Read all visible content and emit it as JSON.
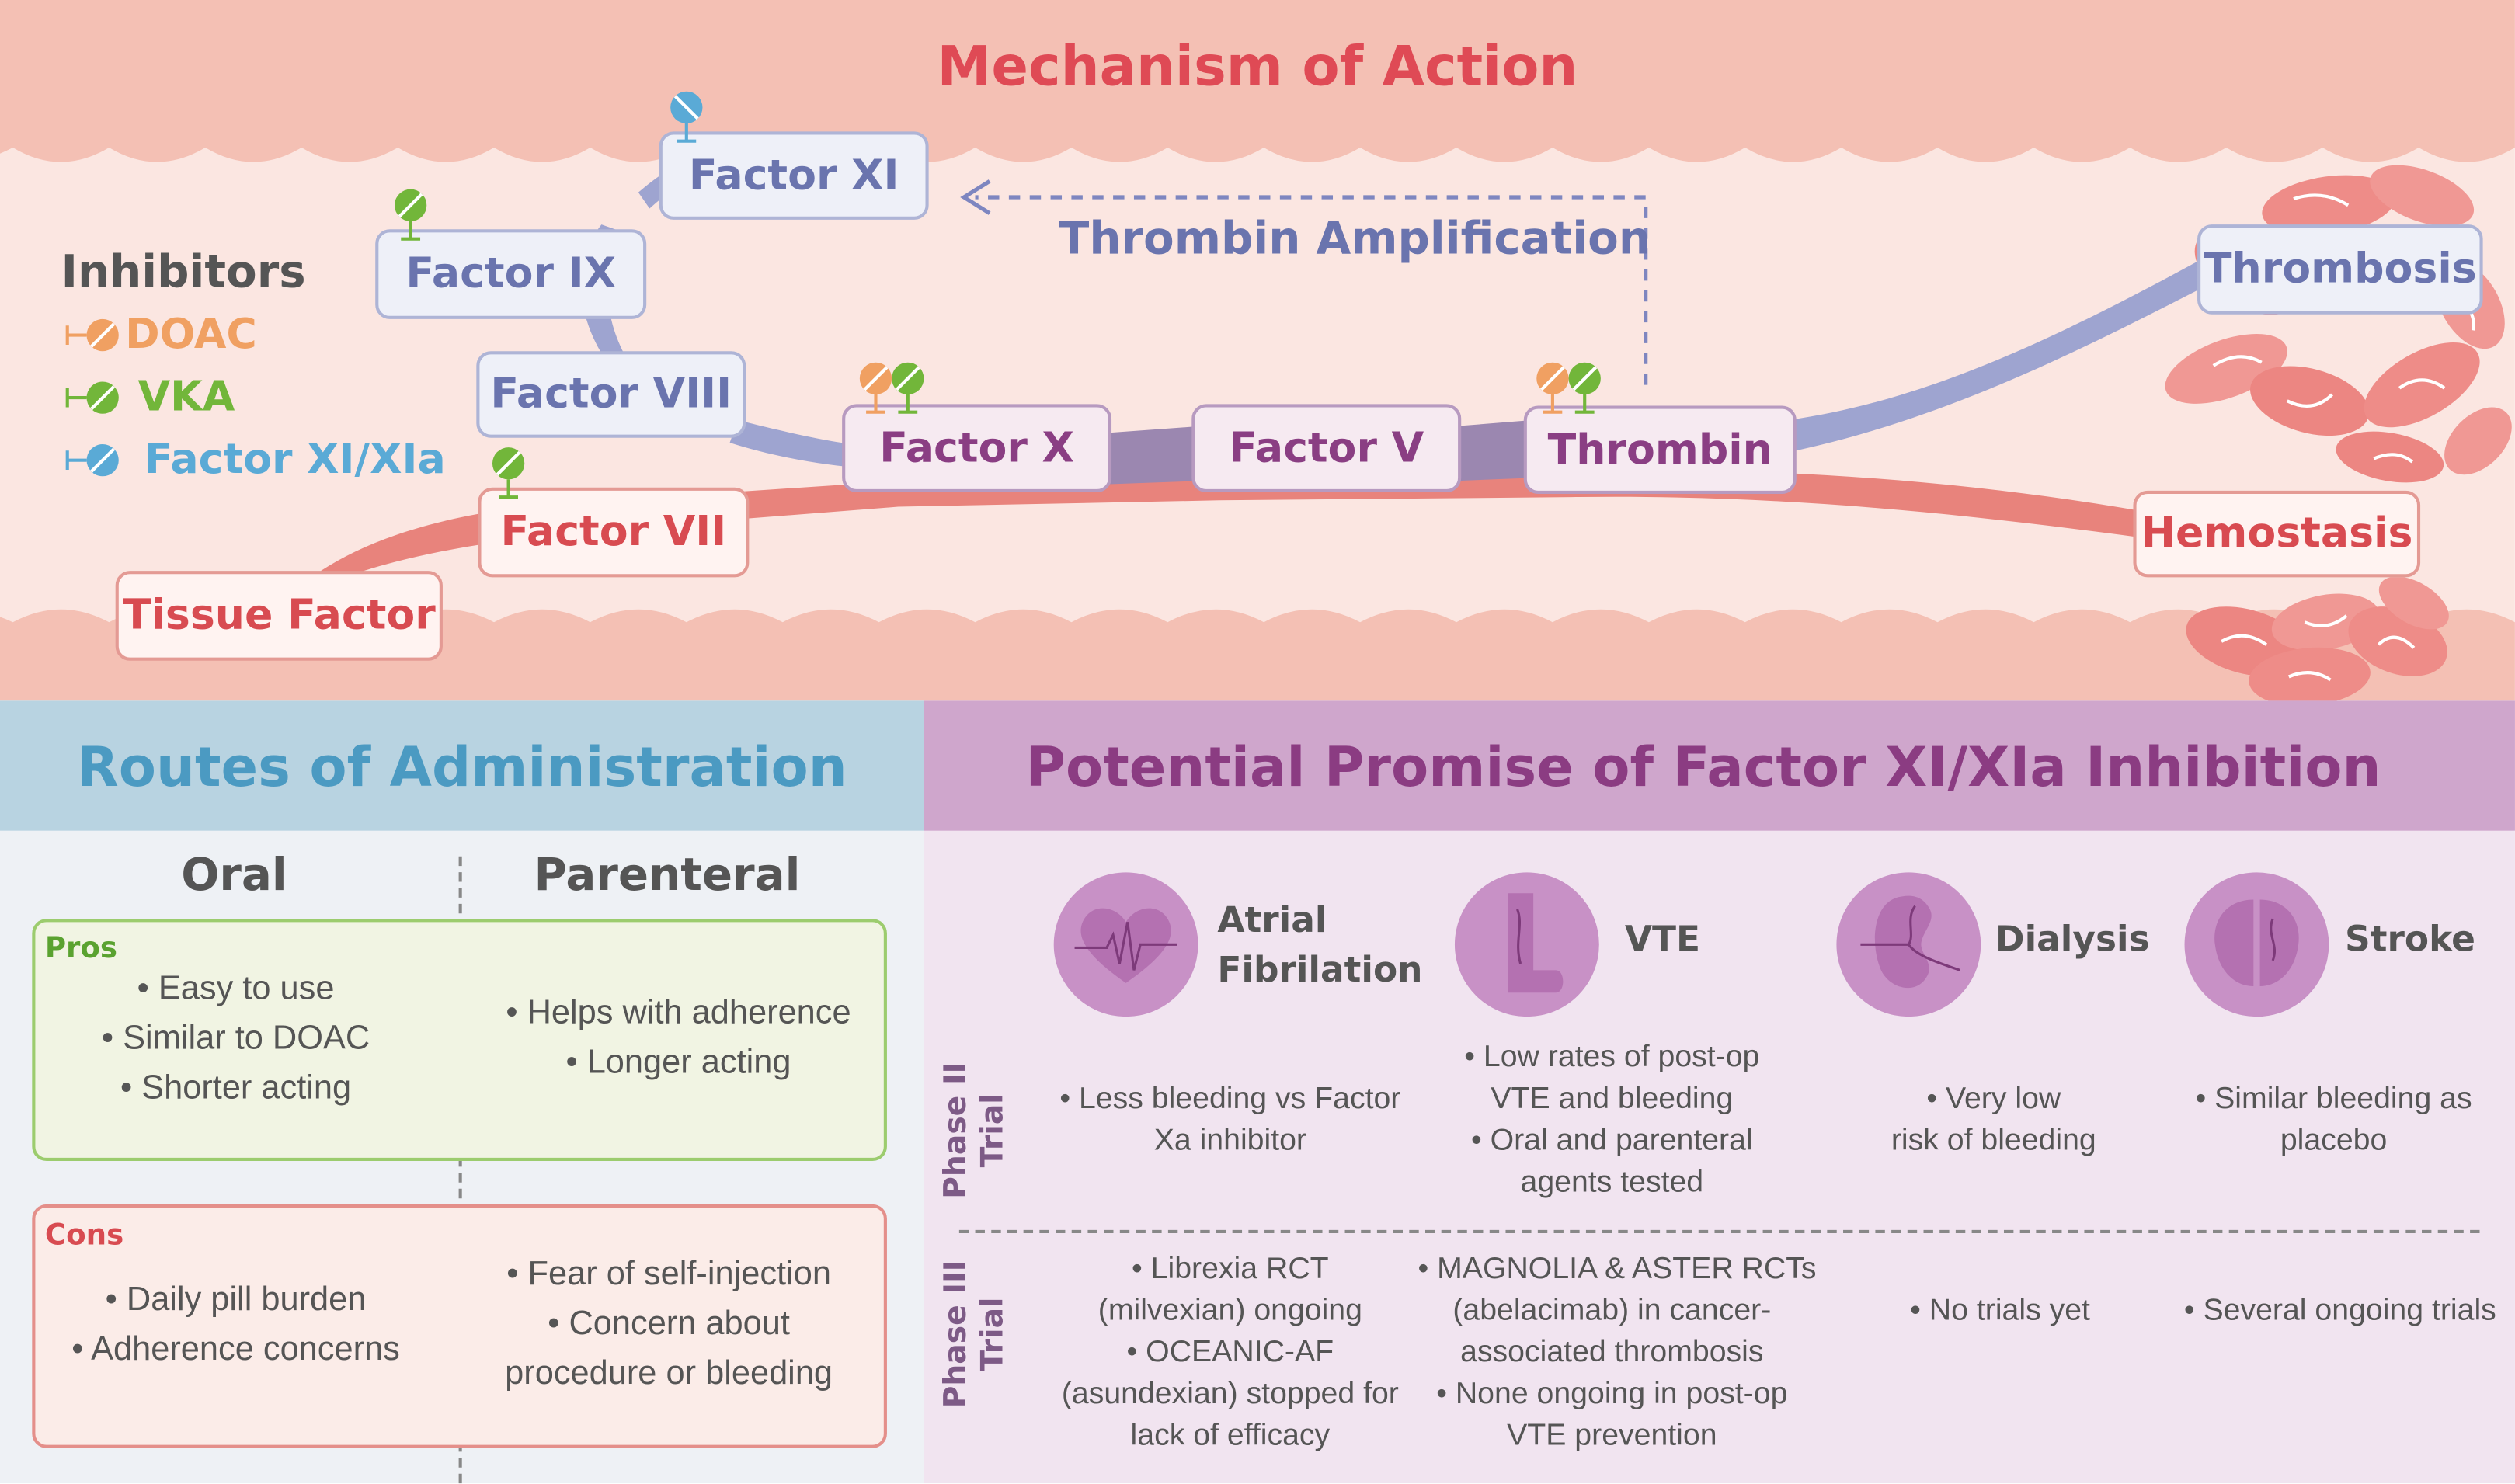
{
  "moa": {
    "title": "Mechanism of Action",
    "inhibitors_title": "Inhibitors",
    "inhibitors": [
      {
        "label": "DOAC",
        "color": "#f0a062"
      },
      {
        "label": "VKA",
        "color": "#72b63a"
      },
      {
        "label": "Factor XI/XIa",
        "color": "#5aaad6"
      }
    ],
    "factors": {
      "xi": "Factor XI",
      "ix": "Factor IX",
      "viii": "Factor VIII",
      "vii": "Factor VII",
      "x": "Factor X",
      "v": "Factor V",
      "thrombin": "Thrombin",
      "tissue": "Tissue Factor"
    },
    "amplification": "Thrombin Amplification",
    "thrombosis": "Thrombosis",
    "hemostasis": "Hemostasis"
  },
  "routes": {
    "title": "Routes of Administration",
    "col_oral": "Oral",
    "col_parenteral": "Parenteral",
    "pros_label": "Pros",
    "cons_label": "Cons",
    "pros_oral": [
      "• Easy to use",
      "• Similar to DOAC",
      "• Shorter acting"
    ],
    "pros_parenteral": [
      "• Helps with adherence",
      "• Longer acting"
    ],
    "cons_oral": [
      "• Daily pill burden",
      "• Adherence concerns"
    ],
    "cons_parenteral": [
      "• Fear of self-injection",
      "• Concern about",
      "procedure or bleeding"
    ]
  },
  "promise": {
    "title": "Potential Promise of Factor XI/XIa Inhibition",
    "phase2_label": [
      "Phase II",
      "Trial"
    ],
    "phase3_label": [
      "Phase III",
      "Trial"
    ],
    "conditions": [
      {
        "name": [
          "Atrial",
          "Fibrilation"
        ],
        "icon": "heart-ecg-icon",
        "phase2": [
          "• Less bleeding vs Factor",
          "Xa inhibitor"
        ],
        "phase3": [
          "• Librexia RCT",
          "(milvexian) ongoing",
          "• OCEANIC-AF",
          "(asundexian) stopped for",
          "lack of efficacy"
        ]
      },
      {
        "name": [
          "VTE"
        ],
        "icon": "leg-icon",
        "phase2": [
          "• Low rates of post-op",
          "VTE and bleeding",
          "• Oral and parenteral",
          "agents tested"
        ],
        "phase3": [
          "• MAGNOLIA & ASTER RCTs",
          "(abelacimab) in cancer-",
          "associated thrombosis",
          "• None ongoing in post-op",
          "VTE prevention"
        ]
      },
      {
        "name": [
          "Dialysis"
        ],
        "icon": "kidney-icon",
        "phase2": [
          "• Very low",
          "risk of bleeding"
        ],
        "phase3": [
          "• No trials yet"
        ]
      },
      {
        "name": [
          "Stroke"
        ],
        "icon": "brain-icon",
        "phase2": [
          "• Similar bleeding as",
          "placebo"
        ],
        "phase3": [
          "• Several ongoing trials"
        ]
      }
    ]
  },
  "colors": {
    "moa_band": "#f4c0b4",
    "moa_bg": "#fbe6e1",
    "routes_header": "#b8d3e1",
    "routes_title": "#4b9ac2",
    "promise_header": "#cfa6cc",
    "promise_title": "#8b3c82",
    "promise_bg": "#f1e4f0",
    "pros_border": "#9ccc6e",
    "cons_border": "#e48f8a"
  }
}
